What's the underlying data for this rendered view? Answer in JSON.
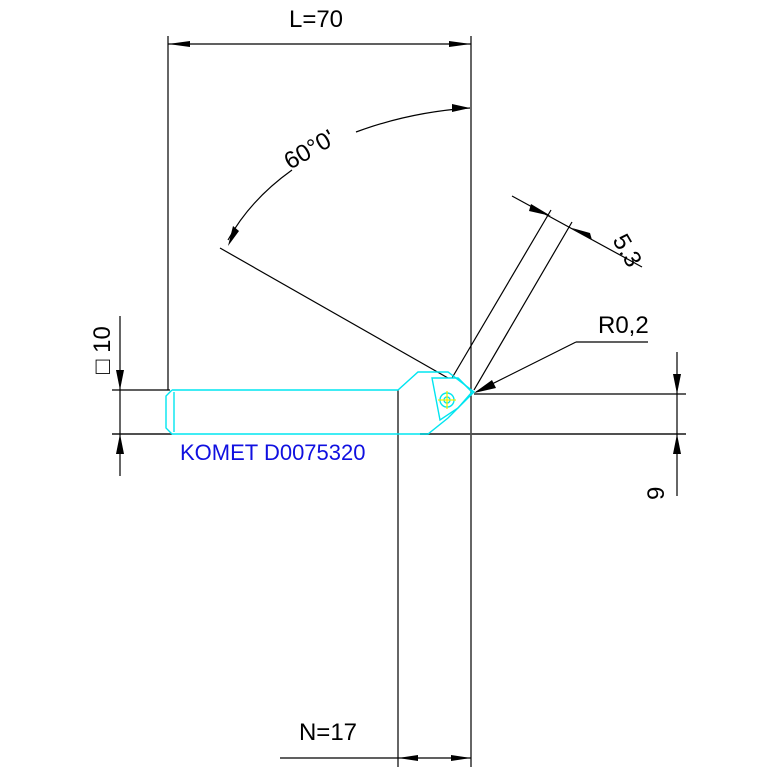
{
  "drawing": {
    "type": "technical-drawing",
    "subject": "boring bar tool",
    "tool_label": "KOMET D0075320",
    "colors": {
      "background": "#ffffff",
      "dimension_lines": "#000000",
      "tool_outline": "#00e5f0",
      "tool_label": "#1010e0",
      "center_mark": "#f0f000"
    },
    "dimensions": {
      "length": "L=70",
      "angle": "60°0'",
      "insert_width": "5.3",
      "corner_radius": "R0,2",
      "shank_square": "□ 10",
      "height": "9",
      "offset": "N=17"
    }
  }
}
